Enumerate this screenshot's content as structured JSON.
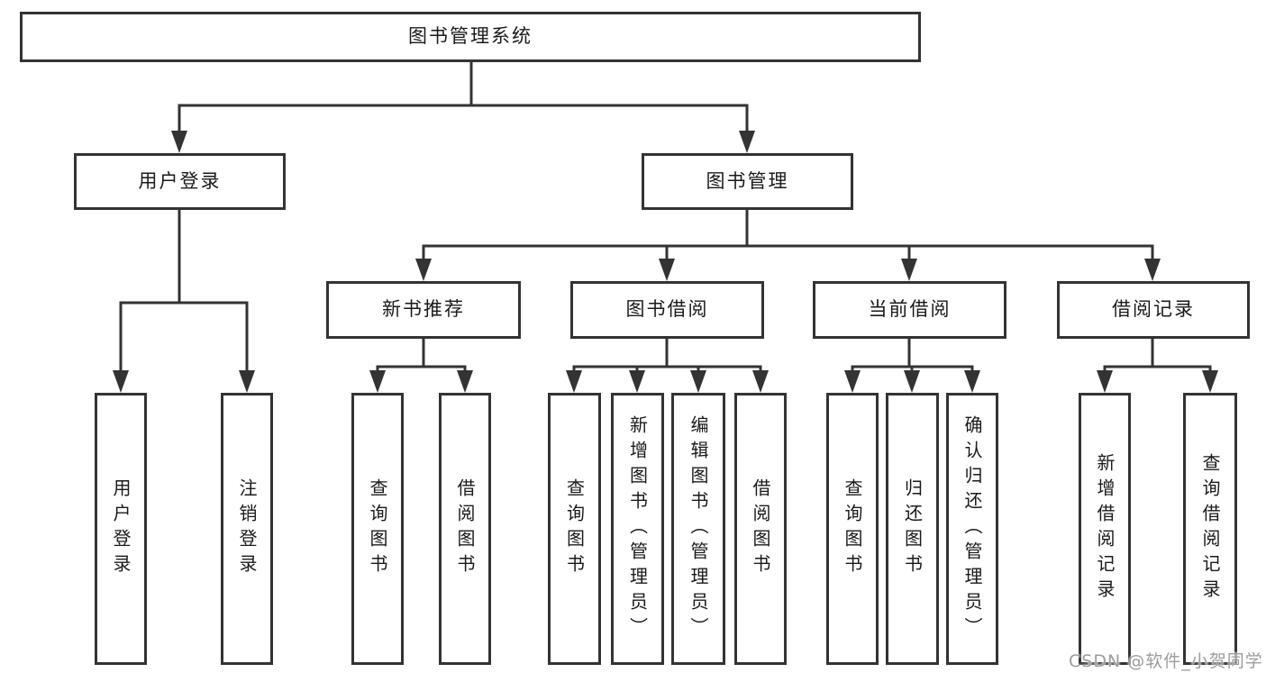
{
  "tree": {
    "label": "图书管理系统",
    "children": [
      {
        "label": "用户登录",
        "children": [
          {
            "label": "用户登录"
          },
          {
            "label": "注销登录"
          }
        ]
      },
      {
        "label": "图书管理",
        "children": [
          {
            "label": "新书推荐",
            "children": [
              {
                "label": "查询图书"
              },
              {
                "label": "借阅图书"
              }
            ]
          },
          {
            "label": "图书借阅",
            "children": [
              {
                "label": "查询图书"
              },
              {
                "label": "新增图书（管理员）"
              },
              {
                "label": "编辑图书（管理员）"
              },
              {
                "label": "借阅图书"
              }
            ]
          },
          {
            "label": "当前借阅",
            "children": [
              {
                "label": "查询图书"
              },
              {
                "label": "归还图书"
              },
              {
                "label": "确认归还（管理员）"
              }
            ]
          },
          {
            "label": "借阅记录",
            "children": [
              {
                "label": "新增借阅记录"
              },
              {
                "label": "查询借阅记录"
              }
            ]
          }
        ]
      }
    ]
  },
  "watermark": {
    "text": "CSDN @软件_小贺同学"
  },
  "colors": {
    "line": "#333333",
    "text": "#1a1a1a",
    "background": "#ffffff",
    "watermark": "#9c9c9c"
  }
}
